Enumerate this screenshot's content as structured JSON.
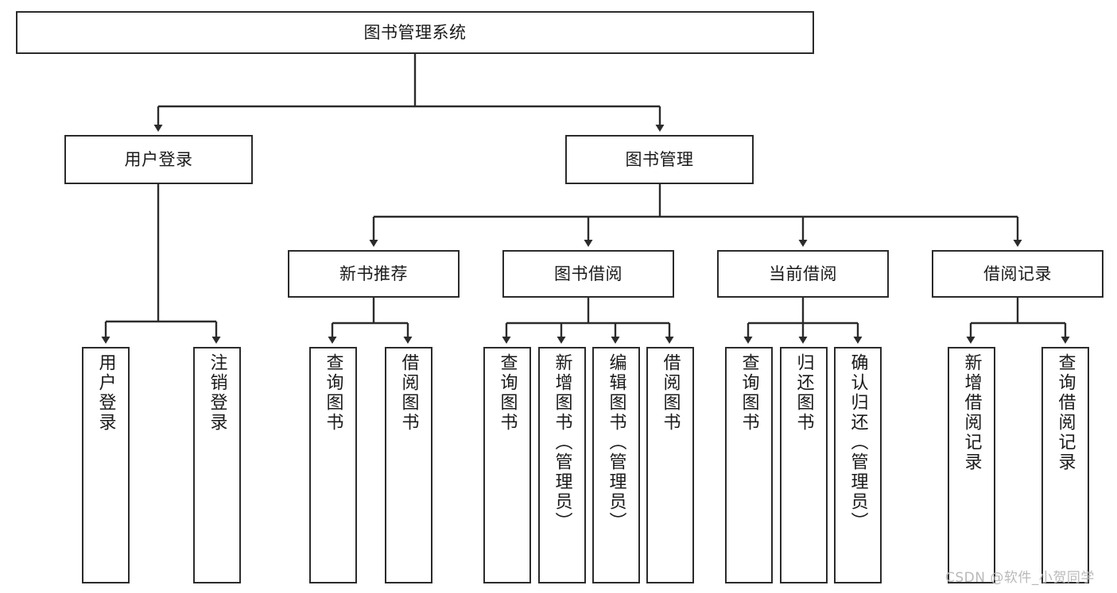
{
  "diagram": {
    "title": "图书管理系统",
    "type": "tree",
    "orientation": "top-down",
    "colors": {
      "box_border": "#2b2b2b",
      "box_fill": "#ffffff",
      "connector": "#2b2b2b",
      "text": "#1a1a1a",
      "watermark": "#b9b9b9",
      "background": "#ffffff"
    }
  },
  "root": {
    "id": "root",
    "label": "图书管理系统"
  },
  "level2": [
    {
      "id": "user-login",
      "label": "用户登录"
    },
    {
      "id": "book-manage",
      "label": "图书管理"
    }
  ],
  "level3": [
    {
      "id": "new-book-recommend",
      "label": "新书推荐",
      "parent": "book-manage"
    },
    {
      "id": "book-borrow",
      "label": "图书借阅",
      "parent": "book-manage"
    },
    {
      "id": "current-borrow",
      "label": "当前借阅",
      "parent": "book-manage"
    },
    {
      "id": "borrow-record",
      "label": "借阅记录",
      "parent": "book-manage"
    }
  ],
  "leaves": [
    {
      "id": "leaf-user-login",
      "label": "用户登录",
      "parent": "user-login"
    },
    {
      "id": "leaf-user-logout",
      "label": "注销登录",
      "parent": "user-login"
    },
    {
      "id": "leaf-query-book-1",
      "label": "查询图书",
      "parent": "new-book-recommend"
    },
    {
      "id": "leaf-borrow-book-1",
      "label": "借阅图书",
      "parent": "new-book-recommend"
    },
    {
      "id": "leaf-query-book-2",
      "label": "查询图书",
      "parent": "book-borrow"
    },
    {
      "id": "leaf-add-book",
      "label": "新增图书（管理员）",
      "parent": "book-borrow"
    },
    {
      "id": "leaf-edit-book",
      "label": "编辑图书（管理员）",
      "parent": "book-borrow"
    },
    {
      "id": "leaf-borrow-book-2",
      "label": "借阅图书",
      "parent": "book-borrow"
    },
    {
      "id": "leaf-query-book-3",
      "label": "查询图书",
      "parent": "current-borrow"
    },
    {
      "id": "leaf-return-book",
      "label": "归还图书",
      "parent": "current-borrow"
    },
    {
      "id": "leaf-confirm-return",
      "label": "确认归还（管理员）",
      "parent": "current-borrow"
    },
    {
      "id": "leaf-add-record",
      "label": "新增借阅记录",
      "parent": "borrow-record"
    },
    {
      "id": "leaf-query-record",
      "label": "查询借阅记录",
      "parent": "borrow-record"
    }
  ],
  "watermark": {
    "text": "CSDN @软件_小贺同学"
  }
}
